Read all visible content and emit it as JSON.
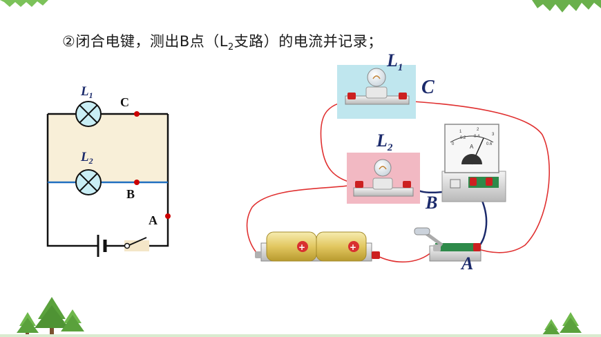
{
  "title": {
    "text": "②闭合电键，测出B点（L",
    "sub": "2",
    "tail": "支路）的电流并记录；"
  },
  "schematic": {
    "l1": "L",
    "l1_sub": "1",
    "l2": "L",
    "l2_sub": "2",
    "point_c": "C",
    "point_b": "B",
    "point_a": "A"
  },
  "apparatus": {
    "l1": "L",
    "l1_sub": "1",
    "l2": "L",
    "l2_sub": "2",
    "point_c": "C",
    "point_b": "B",
    "point_a": "A",
    "meter_letter": "A",
    "meter_scale": [
      "0",
      "0.2",
      "0.4",
      "0.6"
    ],
    "meter_scale_top": [
      "1",
      "2",
      "3"
    ]
  },
  "colors": {
    "decor_green": "#6ab04c",
    "shade_yellow": "#f8efd8",
    "wire_red": "#e03030",
    "wire_navy": "#1b2a6b",
    "wire_blue": "#1f6fc0",
    "lamp1_bg": "#bfe6ee",
    "lamp2_bg": "#f2b9c3",
    "node_red": "#cc0000"
  }
}
